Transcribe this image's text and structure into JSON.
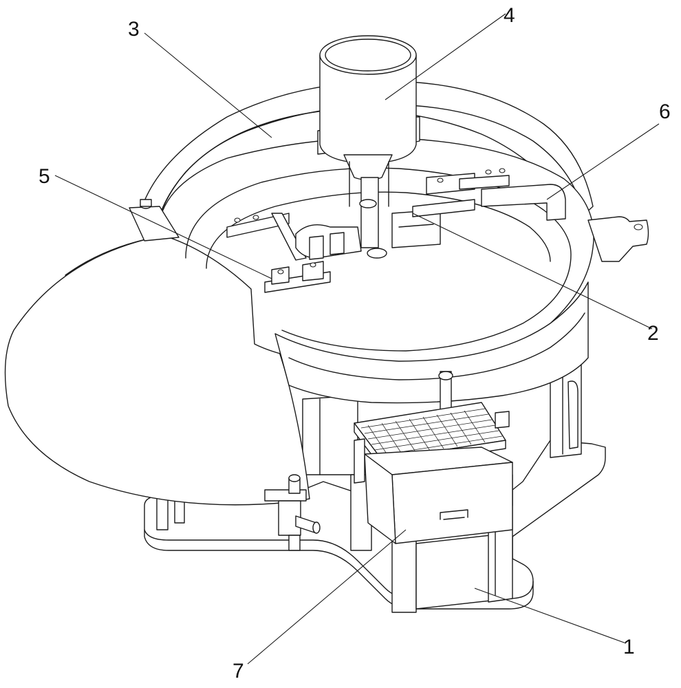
{
  "figure": {
    "callouts": [
      {
        "id": "c1",
        "label": "1"
      },
      {
        "id": "c2",
        "label": "2"
      },
      {
        "id": "c3",
        "label": "3"
      },
      {
        "id": "c4",
        "label": "4"
      },
      {
        "id": "c5",
        "label": "5"
      },
      {
        "id": "c6",
        "label": "6"
      },
      {
        "id": "c7",
        "label": "7"
      }
    ]
  }
}
